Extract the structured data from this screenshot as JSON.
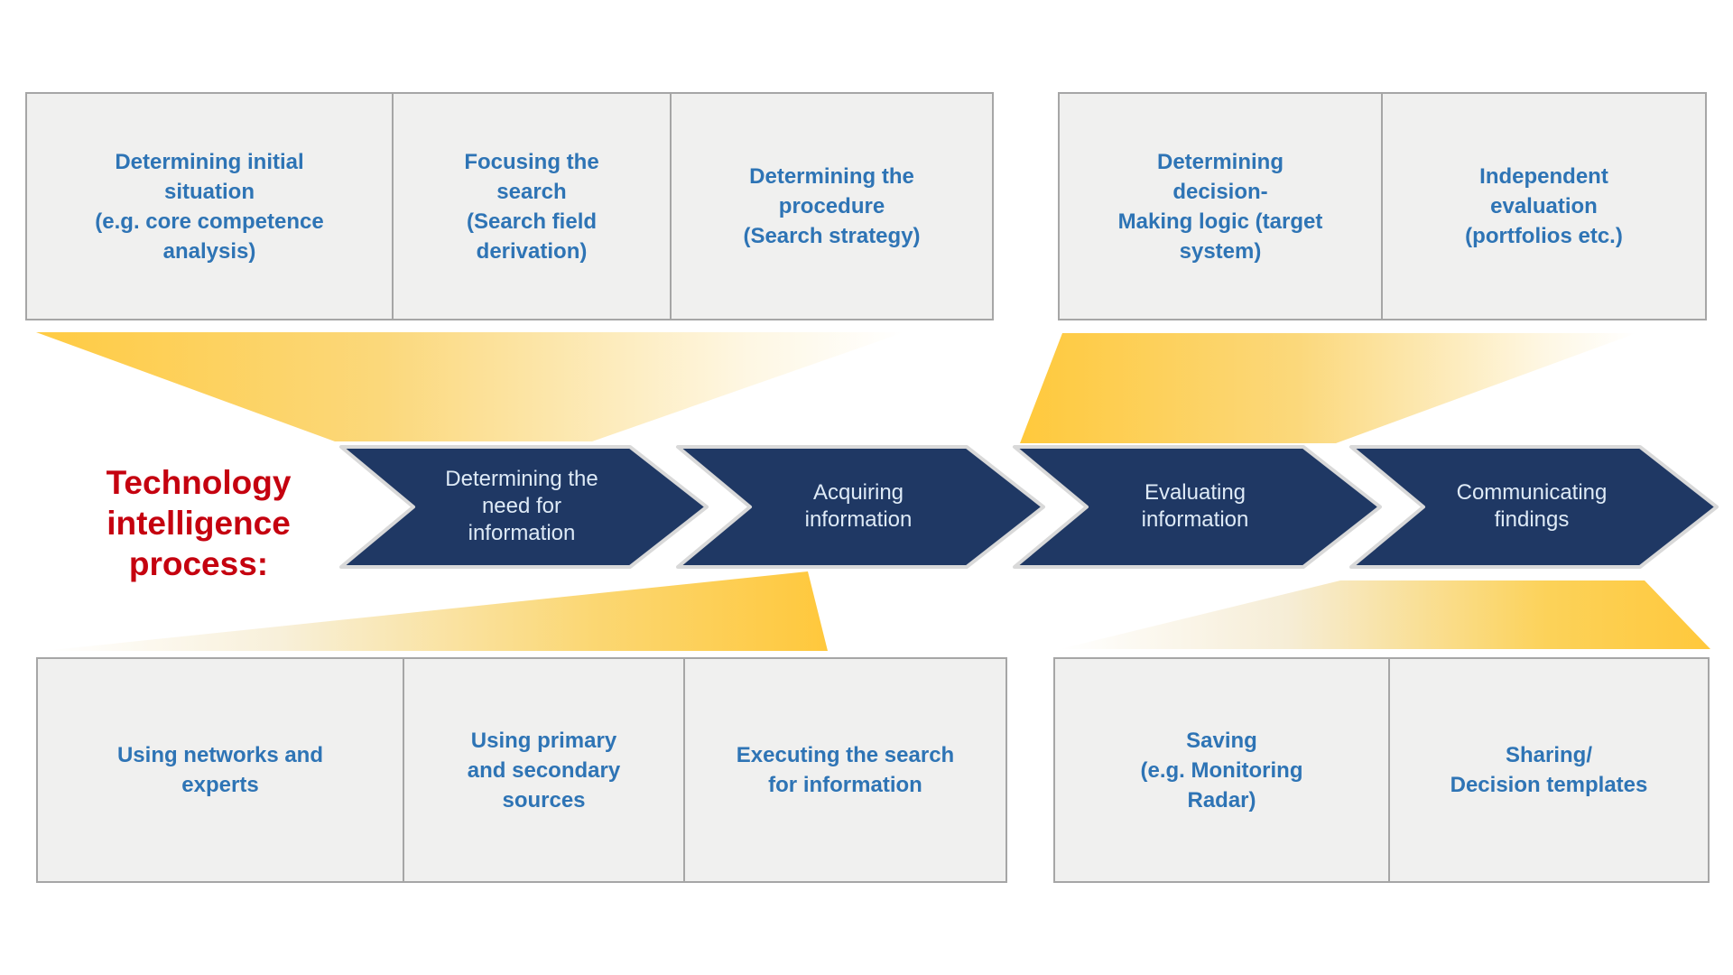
{
  "colors": {
    "accent_blue": "#2E74B5",
    "navy_arrow": "#1F3864",
    "arrow_outline": "#D9D9D9",
    "red_label": "#C5010F",
    "yellow_strong": "#FFC93C",
    "box_background": "#F0F0EF",
    "box_border": "#A6A6A6"
  },
  "process_label": "Technology\nintelligence\nprocess:",
  "top_row": {
    "left_boxes": [
      {
        "label": "Determining initial\nsituation\n(e.g. core competence\nanalysis)"
      },
      {
        "label": "Focusing the\nsearch\n(Search field\nderivation)"
      },
      {
        "label": "Determining the\nprocedure\n(Search strategy)"
      }
    ],
    "right_boxes": [
      {
        "label": "Determining\ndecision-\nMaking logic (target\nsystem)"
      },
      {
        "label": "Independent\nevaluation\n(portfolios etc.)"
      }
    ]
  },
  "process_steps": [
    {
      "label": "Determining the\nneed for\ninformation"
    },
    {
      "label": "Acquiring\ninformation"
    },
    {
      "label": "Evaluating\ninformation"
    },
    {
      "label": "Communicating\nfindings"
    }
  ],
  "bottom_row": {
    "left_boxes": [
      {
        "label": "Using networks and\nexperts"
      },
      {
        "label": "Using primary\nand secondary\nsources"
      },
      {
        "label": "Executing the search\nfor information"
      }
    ],
    "right_boxes": [
      {
        "label": "Saving\n(e.g. Monitoring\nRadar)"
      },
      {
        "label": "Sharing/\nDecision templates"
      }
    ]
  }
}
